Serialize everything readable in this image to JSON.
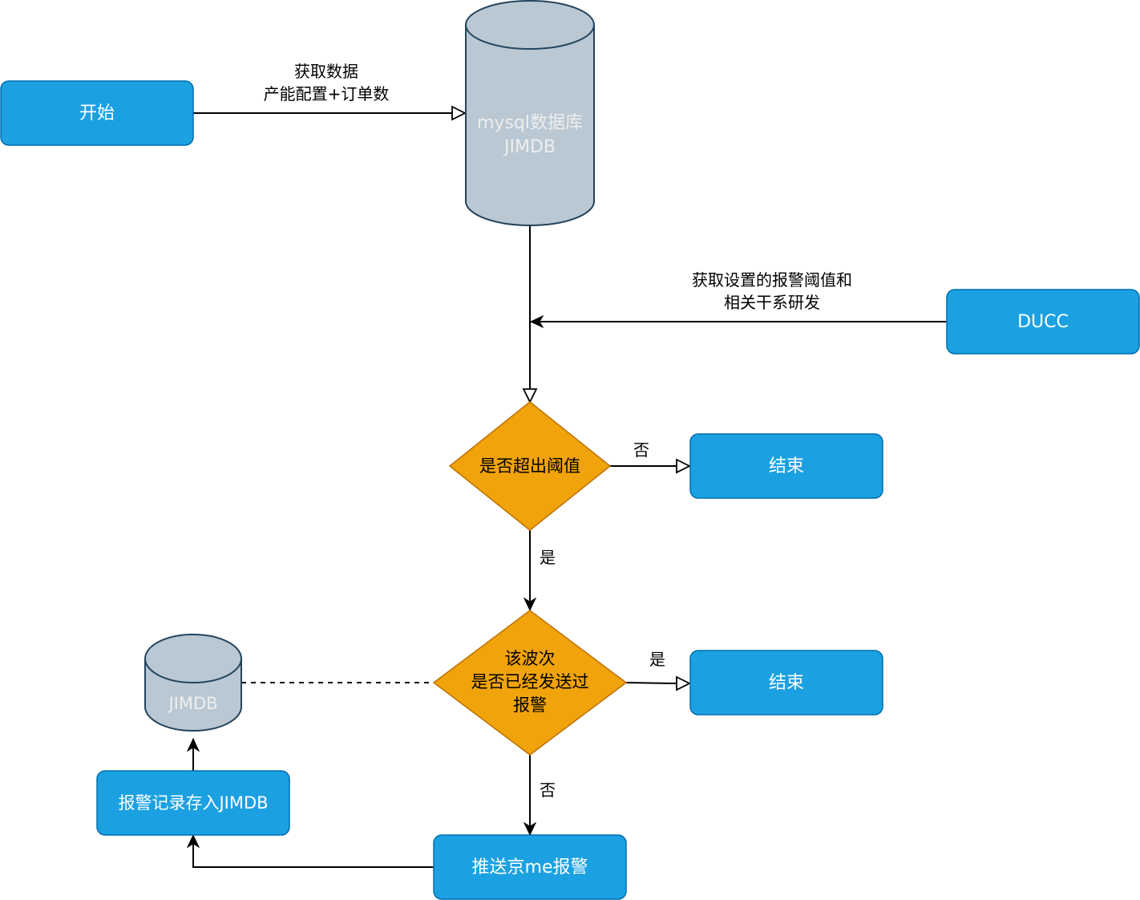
{
  "diagram": {
    "type": "flowchart",
    "colors": {
      "process_fill": "#1ba1e2",
      "process_stroke": "#006eaf",
      "process_text": "#ffffff",
      "decision_fill": "#f0a30a",
      "decision_stroke": "#bd7000",
      "decision_text": "#000000",
      "db_fill": "#bac8d3",
      "db_stroke": "#23445d",
      "db_text": "#eeeeee",
      "edge": "#000000",
      "edge_label": "#000000"
    },
    "nodes": {
      "start": {
        "label": "开始"
      },
      "mysql_db": {
        "lines": [
          "mysql数据库",
          "JIMDB"
        ]
      },
      "ducc": {
        "label": "DUCC"
      },
      "decision_threshold": {
        "label": "是否超出阈值"
      },
      "end_1": {
        "label": "结束"
      },
      "decision_sent": {
        "lines": [
          "该波次",
          "是否已经发送过",
          "报警"
        ]
      },
      "end_2": {
        "label": "结束"
      },
      "jimdb": {
        "label": "JIMDB"
      },
      "save_record": {
        "label": "报警记录存入JIMDB"
      },
      "push_alert": {
        "label": "推送京me报警"
      }
    },
    "edges": {
      "start_to_db": {
        "lines": [
          "获取数据",
          "产能配置+订单数"
        ]
      },
      "ducc_to_line": {
        "lines": [
          "获取设置的报警阈值和",
          "相关干系研发"
        ]
      },
      "threshold_no": {
        "label": "否"
      },
      "threshold_yes": {
        "label": "是"
      },
      "sent_yes": {
        "label": "是"
      },
      "sent_no": {
        "label": "否"
      }
    }
  }
}
